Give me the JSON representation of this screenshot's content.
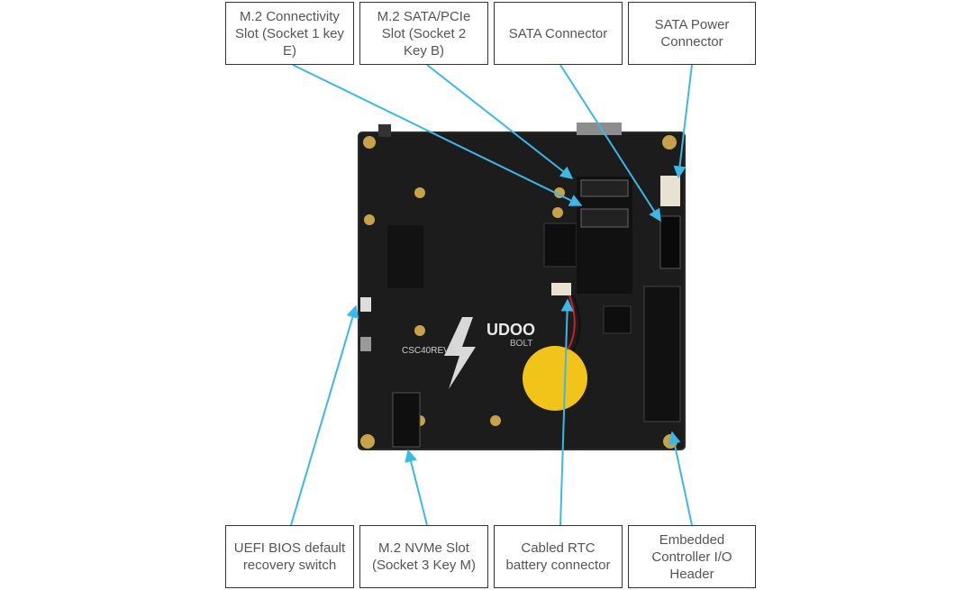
{
  "colors": {
    "callout_line": "#3bb8e8",
    "box_border": "#333333",
    "box_text": "#555555",
    "pcb": "#1c1c1c",
    "battery": "#f2c318"
  },
  "board": {
    "silkscreen_model": "CSC40REVB",
    "logo_text": "UDOO",
    "logo_subtext": "BOLT"
  },
  "labels": {
    "m2_connectivity": "M.2 Connectivity\nSlot (Socket 1 key\nE)",
    "m2_sata_pcie": "M.2 SATA/PCIe\nSlot (Socket 2\nKey B)",
    "sata_connector": "SATA Connector",
    "sata_power": "SATA Power\nConnector",
    "uefi_bios": "UEFI BIOS default\nrecovery switch",
    "m2_nvme": "M.2 NVMe Slot\n(Socket 3 Key M)",
    "rtc_battery": "Cabled RTC\nbattery connector",
    "ec_header": "Embedded\nController I/O\nHeader"
  }
}
